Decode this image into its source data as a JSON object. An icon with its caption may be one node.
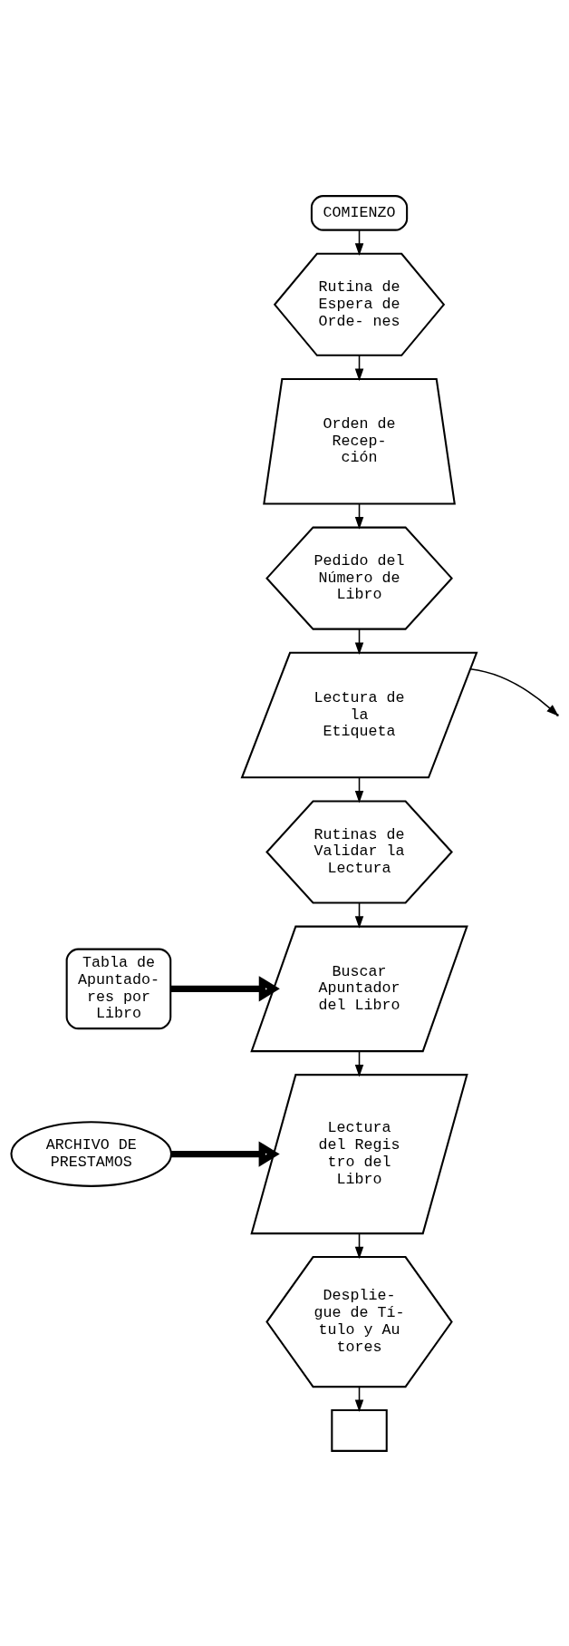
{
  "diagram": {
    "nodes": [
      {
        "text": [
          "COMIENZO"
        ]
      },
      {
        "text": [
          "Rutina de Espera de Orde- nes"
        ]
      },
      {
        "text": [
          "Orden de Recep- ción"
        ]
      },
      {
        "text": [
          "Pedido del Número de Libro"
        ]
      },
      {
        "text": [
          "Lectura de la Etiqueta"
        ]
      },
      {
        "text": [
          "Rutinas de Validar la Lectura"
        ]
      },
      {
        "text": [
          "Tabla de Apuntado- res por Libro"
        ]
      },
      {
        "text": [
          "Buscar Apuntador del Libro"
        ]
      },
      {
        "text": [
          "ARCHIVO DE PRESTAMOS"
        ]
      },
      {
        "text": [
          "Lectura del Regis tro del Libro"
        ]
      },
      {
        "text": [
          "Desplie- gue de Tí- tulo y Au tores"
        ]
      },
      {
        "text": [],
        "shape": "box"
      }
    ],
    "edges": [
      {
        "from": 0,
        "to": 1,
        "arrow": "to"
      },
      {
        "from": 1,
        "to": 2,
        "arrow": "to"
      },
      {
        "from": 2,
        "to": 3,
        "arrow": "to"
      },
      {
        "from": 3,
        "to": 4,
        "arrow": "to"
      },
      {
        "from": 4,
        "to": null,
        "arrow": "to"
      },
      {
        "from": 4,
        "to": 5,
        "arrow": "to"
      },
      {
        "from": 5,
        "to": 7,
        "arrow": "to"
      },
      {
        "from": 6,
        "to": 7,
        "arrow": "to",
        "style": "thick"
      },
      {
        "from": 7,
        "to": 9,
        "arrow": "to"
      },
      {
        "from": 8,
        "to": 9,
        "arrow": "to",
        "style": "thick"
      },
      {
        "from": 9,
        "to": 10,
        "arrow": "to"
      },
      {
        "from": 10,
        "to": 11,
        "arrow": "to"
      }
    ]
  }
}
